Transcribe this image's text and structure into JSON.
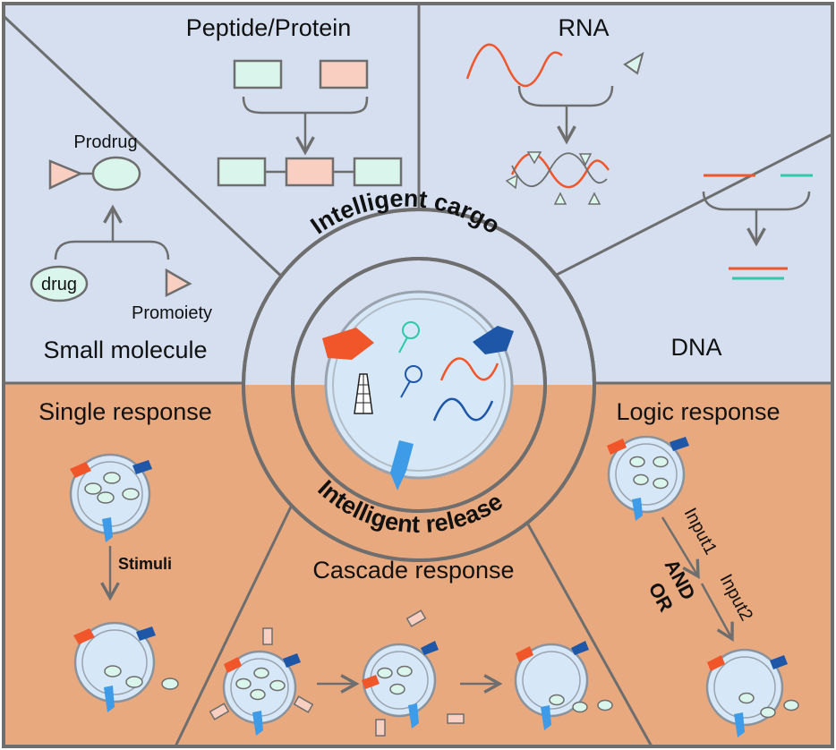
{
  "labels": {
    "peptide_protein": "Peptide/Protein",
    "rna": "RNA",
    "dna": "DNA",
    "small_molecule": "Small molecule",
    "prodrug": "Prodrug",
    "drug": "drug",
    "promoiety": "Promoiety",
    "single_response": "Single response",
    "stimuli": "Stimuli",
    "cascade_response": "Cascade response",
    "logic_response": "Logic response",
    "input1": "Input1",
    "input2": "Input2",
    "and": "AND",
    "or": "OR",
    "intelligent_cargo": "Intelligent cargo",
    "intelligent_release": "Intelligent release"
  },
  "colors": {
    "top_panel": "#d5dff0",
    "bottom_panel": "#e9a97f",
    "outline": "#6e6e6e",
    "mint": "#d9f5ec",
    "pink": "#f9cfc2",
    "orange_red": "#f0562a",
    "navy": "#1e56a8",
    "sky": "#3d9be8",
    "teal": "#2ec9a6",
    "vesicle_fill": "#d6e8f7"
  }
}
